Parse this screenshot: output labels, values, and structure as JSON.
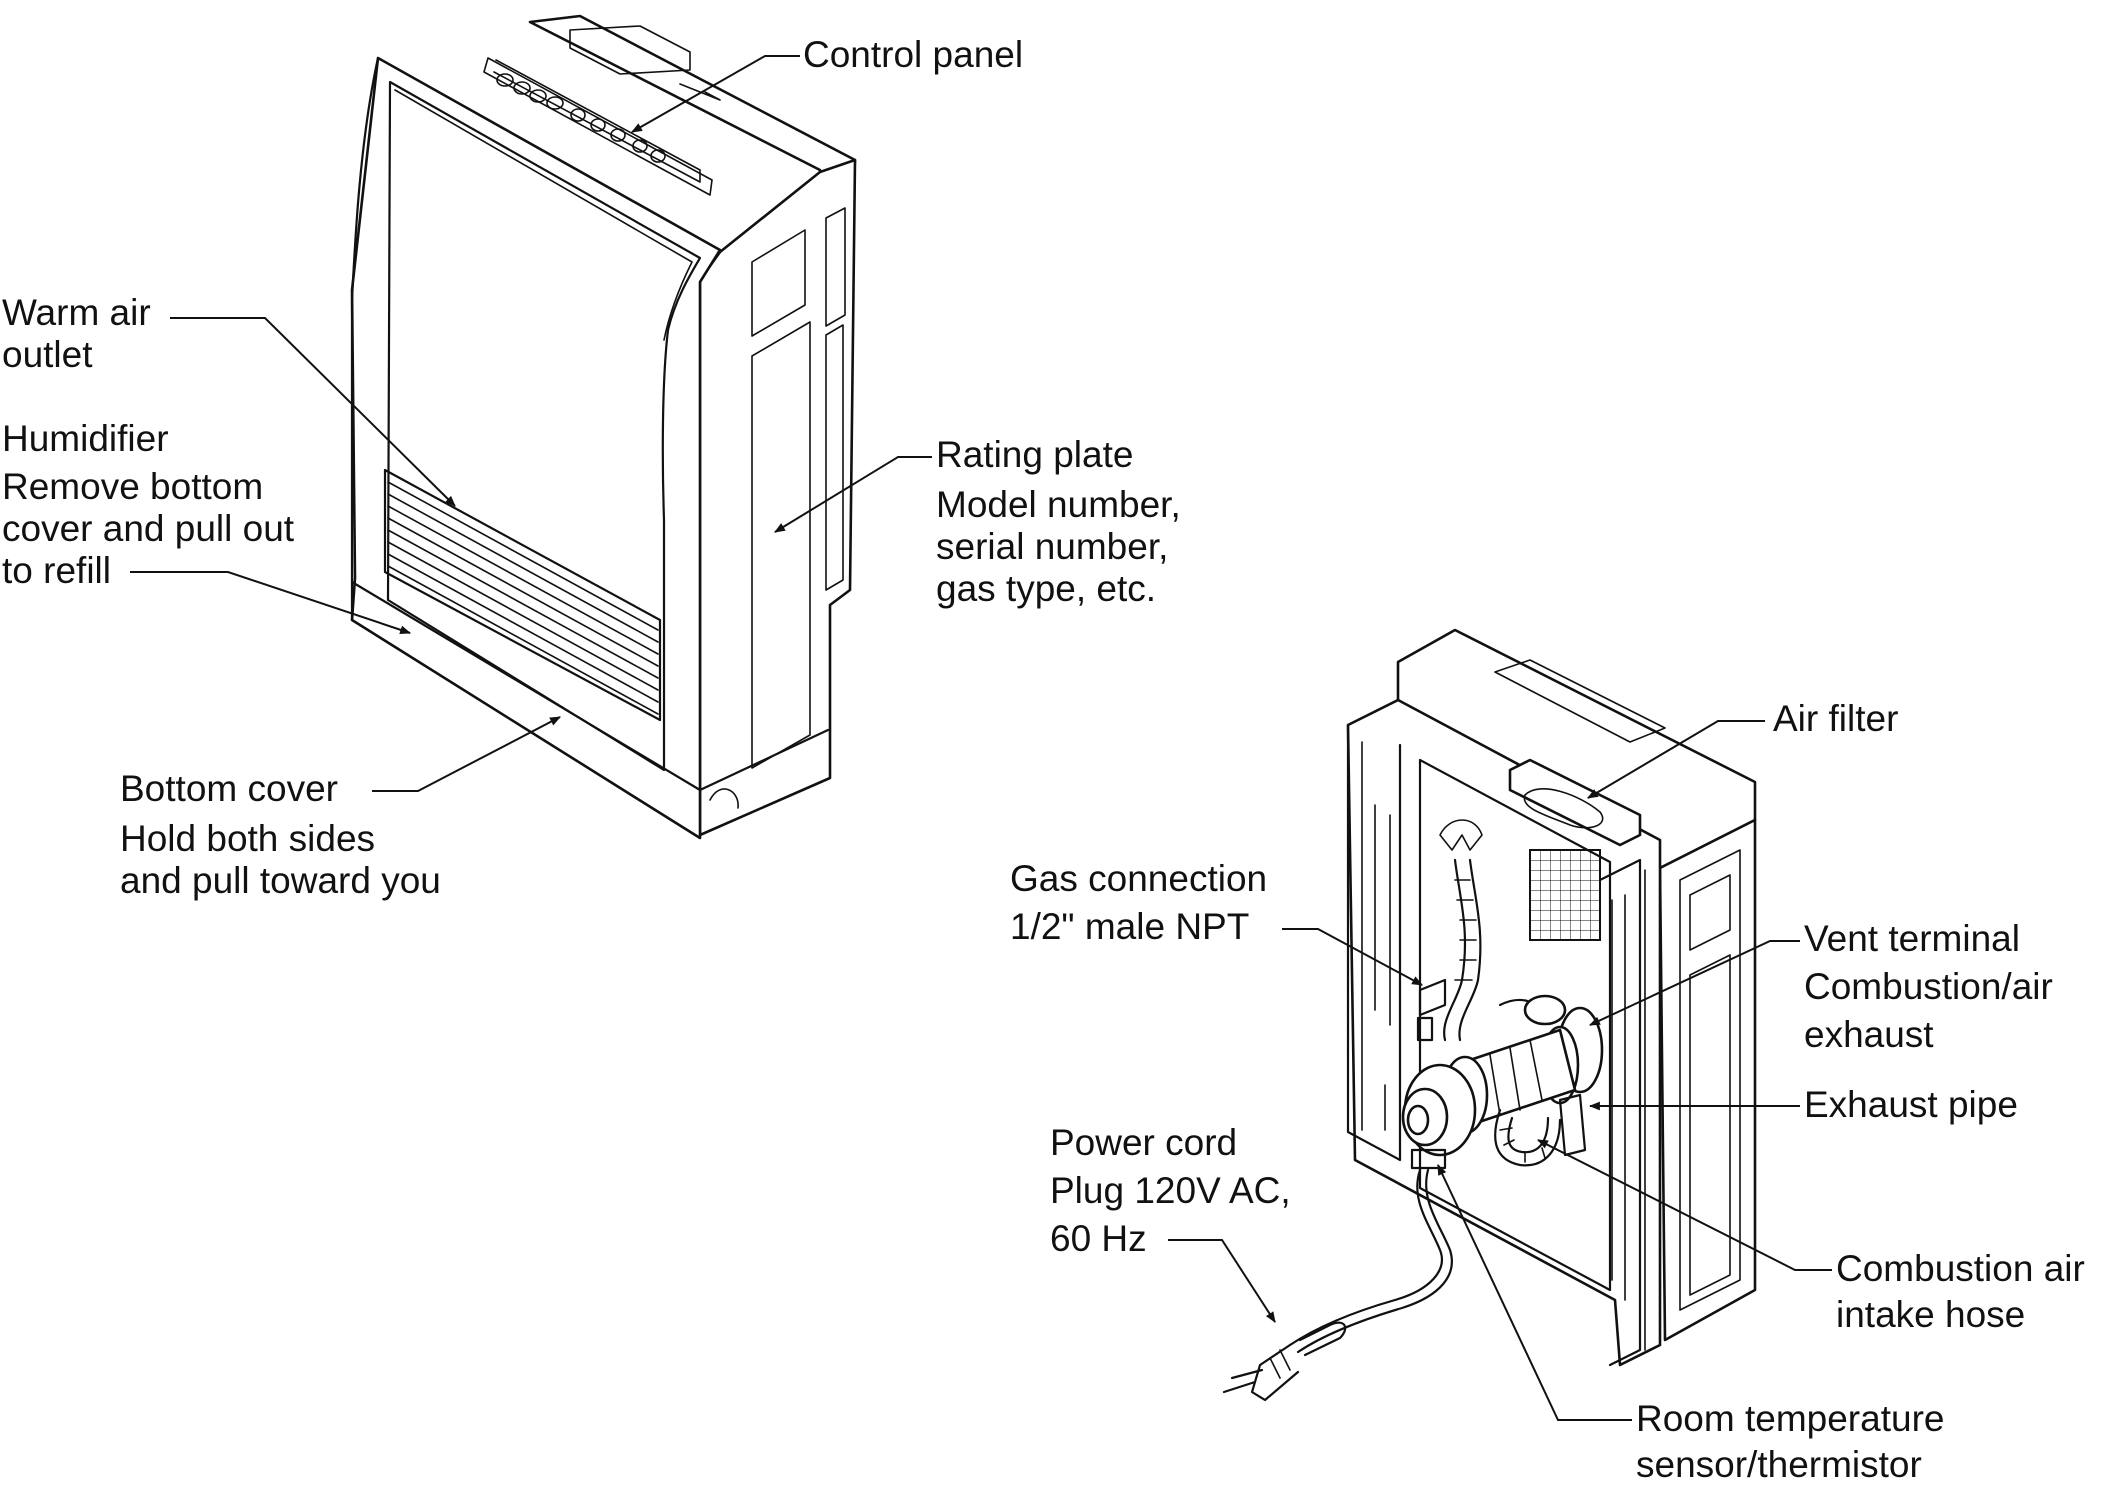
{
  "labels": {
    "control_panel": "Control panel",
    "warm_air_outlet_1": "Warm air",
    "warm_air_outlet_2": "outlet",
    "humidifier_title": "Humidifier",
    "humidifier_1": "Remove bottom",
    "humidifier_2": "cover and pull out",
    "humidifier_3": "to refill",
    "rating_plate_title": "Rating plate",
    "rating_plate_1": "Model number,",
    "rating_plate_2": "serial number,",
    "rating_plate_3": "gas type, etc.",
    "bottom_cover_title": "Bottom cover",
    "bottom_cover_1": "Hold both sides",
    "bottom_cover_2": "and pull toward you",
    "air_filter": "Air filter",
    "gas_connection_1": "Gas connection",
    "gas_connection_2": "1/2\" male NPT",
    "vent_terminal_1": "Vent terminal",
    "vent_terminal_2": "Combustion/air",
    "vent_terminal_3": "exhaust",
    "exhaust_pipe": "Exhaust pipe",
    "power_cord_1": "Power cord",
    "power_cord_2": "Plug 120V AC,",
    "power_cord_3": "60 Hz",
    "intake_hose_1": "Combustion air",
    "intake_hose_2": "intake hose",
    "room_temp_1": "Room temperature",
    "room_temp_2": "sensor/thermistor"
  }
}
